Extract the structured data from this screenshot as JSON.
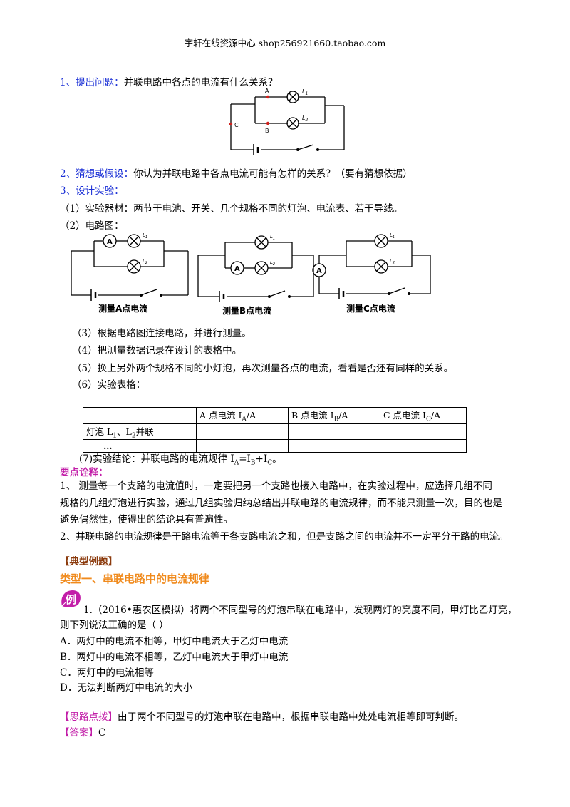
{
  "header": {
    "text": "宇轩在线资源中心  shop256921660.taobao.com"
  },
  "sections": {
    "s1_num": "1、",
    "s1_title": "提出问题：",
    "s1_text": "并联电路中各点的电流有什么关系？",
    "s2_num": "2、",
    "s2_title": "猜想或假设：",
    "s2_text": "你认为并联电路中各点电流可能有怎样的关系？（要有猜想依据）",
    "s3_num": "3、",
    "s3_title": "设计实验：",
    "equip": "（1）实验器材：两节干电池、开关、几个规格不同的灯泡、电流表、若干导线。",
    "diagram": "（2）电路图：",
    "step3": "（3）根据电路图连接电路，并进行测量。",
    "step4": "（4）把测量数据记录在设计的表格中。",
    "step5": "（5）换上另外两个规格不同的小灯泡，再次测量各点的电流，看看是否还有同样的关系。",
    "step6": "（6）实验表格：",
    "conclusion_prefix": "(7)实验结论：并联电路的电流规律 I",
    "conclusion_a": "A",
    "conclusion_eq": "=I",
    "conclusion_b": "B",
    "conclusion_plus": "+I",
    "conclusion_c": "C",
    "conclusion_end": "。"
  },
  "circuit_labels": {
    "top_a": "A",
    "top_b": "B",
    "top_c": "C",
    "l1": "L",
    "l1_sub": "1",
    "l2": "L",
    "l2_sub": "2",
    "ammeter": "A",
    "cap_a": "测量A点电流",
    "cap_b": "测量B点电流",
    "cap_c": "测量C点电流"
  },
  "table": {
    "col_a": "A 点电流 I",
    "col_a_sub": "A",
    "col_a_end": "/A",
    "col_b": "B 点电流 I",
    "col_b_sub": "B",
    "col_b_end": "/A",
    "col_c": "C 点电流 I",
    "col_c_sub": "C",
    "col_c_end": "/A",
    "row1_a": "灯泡 L",
    "row1_sub1": "1",
    "row1_mid": "、L",
    "row1_sub2": "2",
    "row1_end": "并联",
    "row2": "…"
  },
  "notes": {
    "title": "要点诠释：",
    "p1_l1": "1、  测量每一个支路的电流值时，一定要把另一个支路也接入电路中，在实验过程中，应选择几组不同",
    "p1_l2": "规格的几组灯泡进行实验，通过几组实验归纳总结出并联电路的电流规律，而不能只测量一次，目的也是",
    "p1_l3": "避免偶然性，使得出的结论具有普遍性。",
    "p2": "2、并联电路的电流规律是干路电流等于各支路电流之和，但是支路之间的电流并不一定平分干路的电流。"
  },
  "examples": {
    "heading": "【典型例题】",
    "type1": "类型一、串联电路中的电流规律",
    "badge": "例",
    "q1_l1": "1.（2016•惠农区模拟）将两个不同型号的灯泡串联在电路中，发现两灯的亮度不同，甲灯比乙灯亮，",
    "q1_l2": "则下列说法正确的是（      ）",
    "optA": "A．两灯中的电流不相等，甲灯中电流大于乙灯中电流",
    "optB": "B．两灯中的电流不相等，乙灯中电流大于甲灯中电流",
    "optC": "C．两灯中的电流相等",
    "optD": "D．无法判断两灯中电流的大小",
    "hint_label": "【思路点拨】",
    "hint_text": "由于两个不同型号的灯泡串联在电路中，根据串联电路中处处电流相等即可判断。",
    "ans_label": "【答案】",
    "ans_text": "C"
  }
}
